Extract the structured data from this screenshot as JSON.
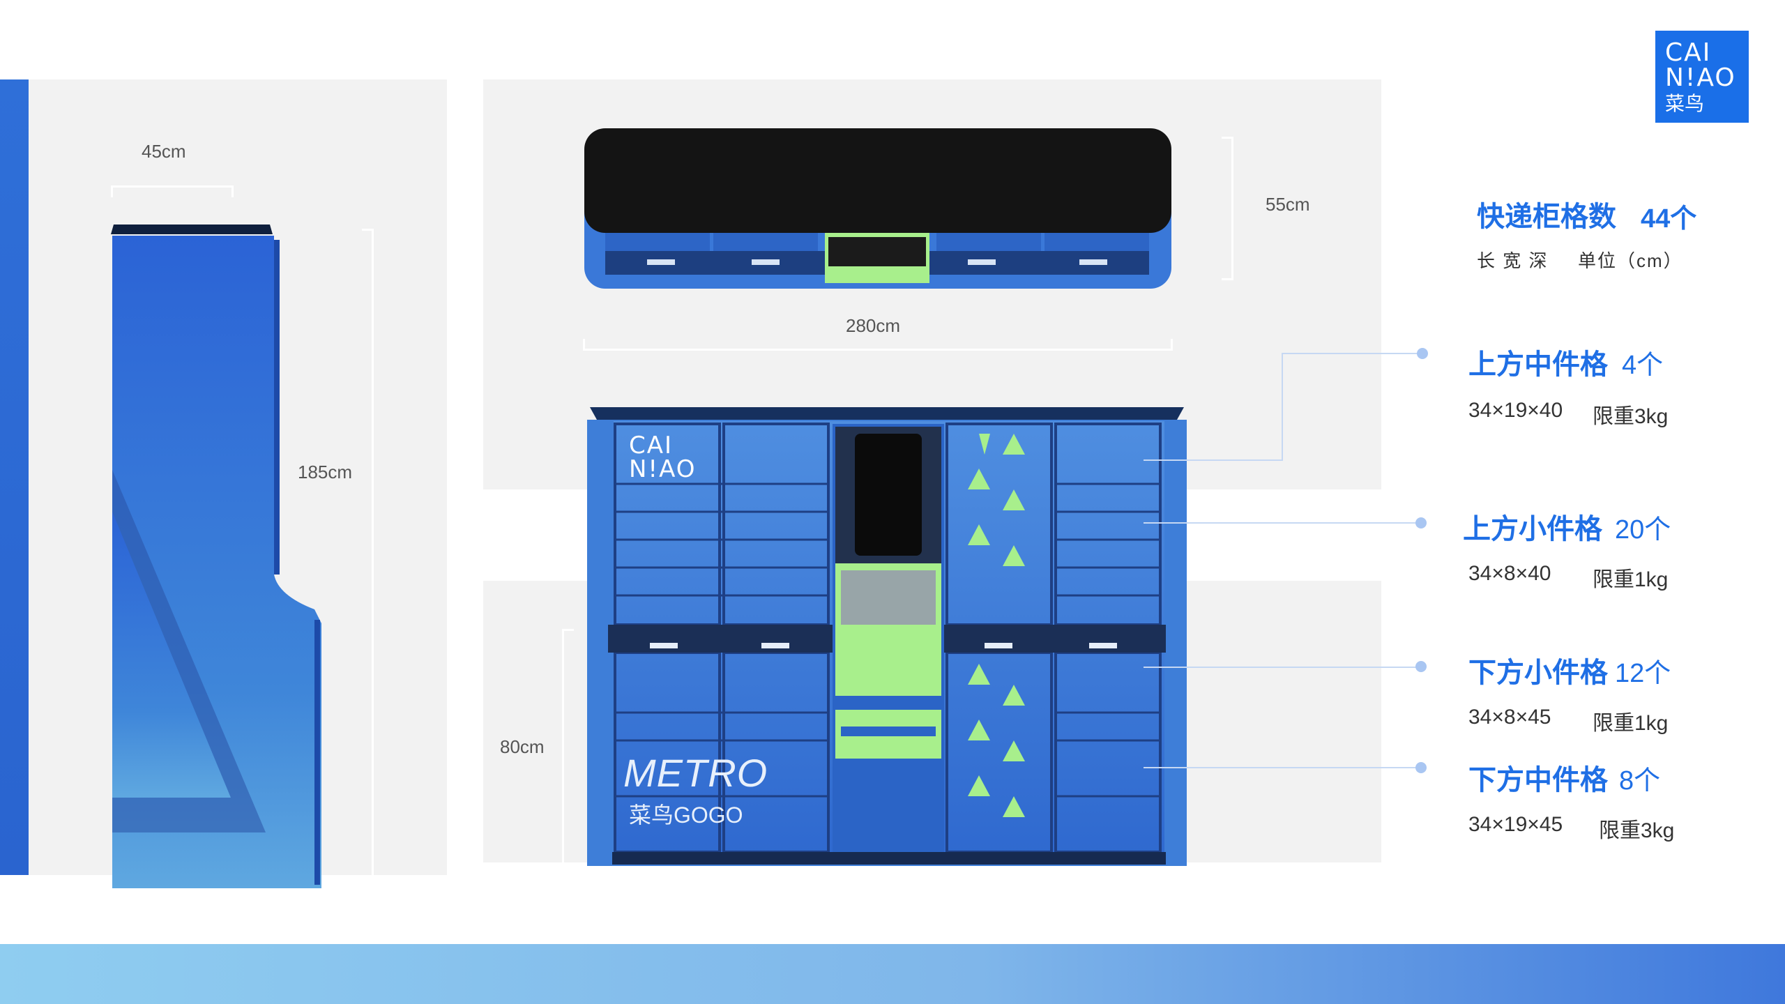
{
  "dimensions": {
    "side_width": "45cm",
    "side_height": "185cm",
    "top_depth": "55cm",
    "top_length": "280cm",
    "base_height": "80cm"
  },
  "logo": {
    "line1": "CAI",
    "line2": "N!AO",
    "line3": "菜鸟"
  },
  "locker_branding": {
    "logo_line1": "CAI",
    "logo_line2": "N!AO",
    "metro": "METRO",
    "gogo": "菜鸟GOGO"
  },
  "summary": {
    "title": "快递柜格数",
    "count": "44个",
    "dims_label": "长 宽 深",
    "unit_label": "单位（cm）"
  },
  "specs": [
    {
      "title": "上方中件格",
      "count": "4个",
      "size": "34×19×40",
      "weight": "限重3kg"
    },
    {
      "title": "上方小件格",
      "count": "20个",
      "size": "34×8×40",
      "weight": "限重1kg"
    },
    {
      "title": "下方小件格",
      "count": "12个",
      "size": "34×8×45",
      "weight": "限重1kg"
    },
    {
      "title": "下方中件格",
      "count": "8个",
      "size": "34×19×45",
      "weight": "限重3kg"
    }
  ],
  "colors": {
    "brand_blue": "#1f6fe5",
    "locker_blue": "#3a78d8",
    "accent_green": "#a8ef8c",
    "panel_gray": "#f2f2f2"
  }
}
